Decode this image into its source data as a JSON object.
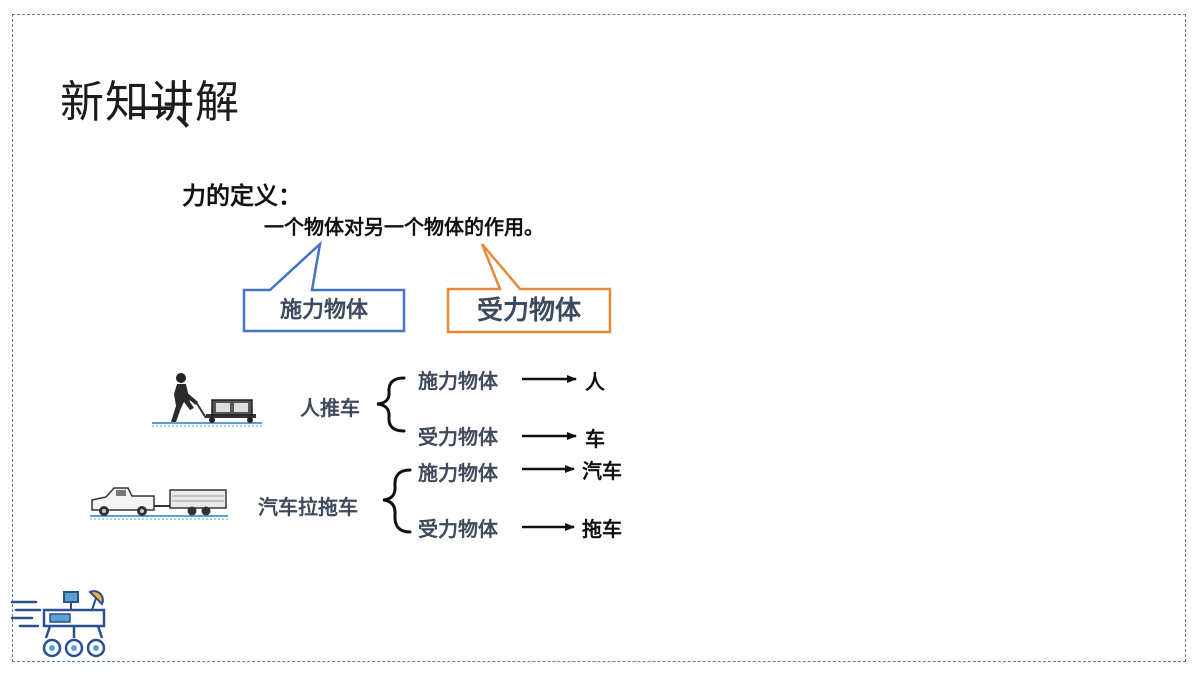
{
  "slide": {
    "title": "新知讲解",
    "title_overlay": "一、",
    "definition_heading": "力的定义：",
    "definition_text": "一个物体对另一个物体的作用。",
    "callout_applier": "施力物体",
    "callout_receiver": "受力物体"
  },
  "examples": [
    {
      "name": "人推车",
      "applier_label": "施力物体",
      "applier_value": "人",
      "receiver_label": "受力物体",
      "receiver_value": "车"
    },
    {
      "name": "汽车拉拖车",
      "applier_label": "施力物体",
      "applier_value": "汽车",
      "receiver_label": "受力物体",
      "receiver_value": "拖车"
    }
  ],
  "colors": {
    "frame": "#5b7fb8",
    "callout_blue": "#4472c4",
    "callout_orange": "#e8893a",
    "label_text": "#3f4a5c"
  },
  "icons": {
    "person_pushing_cart": "person-pushing-cart-icon",
    "car_towing_trailer": "car-towing-trailer-icon",
    "rover": "rover-icon"
  }
}
